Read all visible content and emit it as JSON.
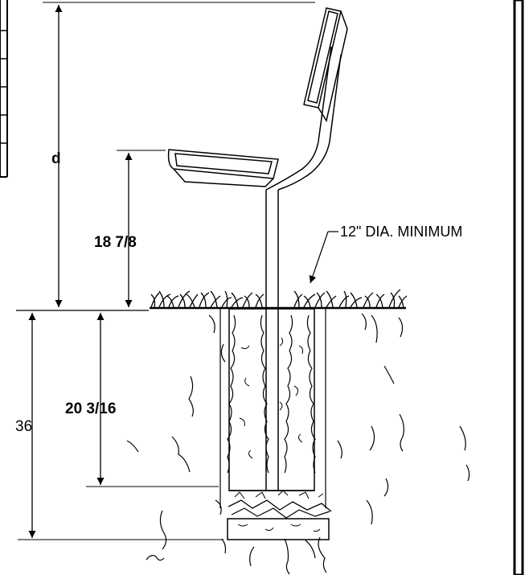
{
  "dimensions": {
    "overall_height_label": "d",
    "seat_height_label": "18 7/8",
    "embed_total_label": "36",
    "embed_post_label": "20 3/16"
  },
  "callouts": {
    "footing": "12\" DIA. MINIMUM"
  }
}
